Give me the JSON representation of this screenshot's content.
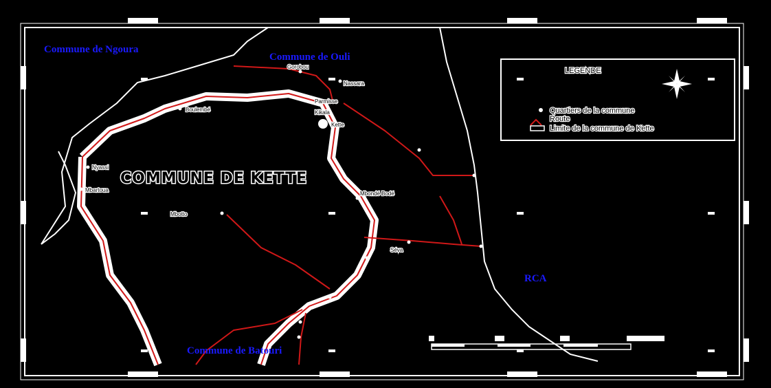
{
  "communes": {
    "ngoura": "Commune de Ngoura",
    "ouli": "Commune de Ouli",
    "batouri": "Commune de Batouri",
    "rca": "RCA",
    "kette": "COMMUNE DE KETTE"
  },
  "legend": {
    "title": "LEGENDE",
    "items": [
      "Quartiers de la commune",
      "Route",
      "Limite de la commune de Kette"
    ]
  },
  "villages": [
    "Gorobou",
    "Nassara",
    "Parmisse",
    "Kikala",
    "Kette",
    "Boulembé",
    "Nyassi",
    "Mbartoua",
    "Mbondé Bodé",
    "Mbotto",
    "Séva"
  ],
  "colors": {
    "road": "#d01818",
    "boundary": "#ffffff",
    "water": "#ffffff",
    "commune_text": "#1a1aff"
  }
}
